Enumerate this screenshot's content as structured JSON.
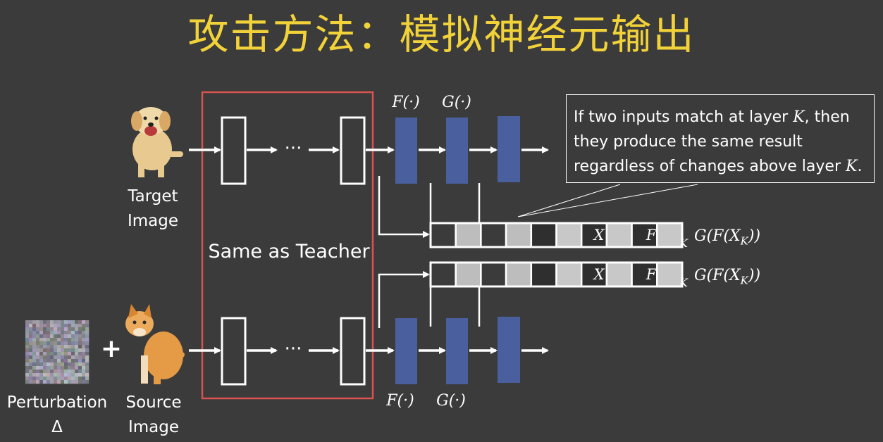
{
  "title": "攻击方法：模拟神经元输出",
  "labels": {
    "target_image": [
      "Target",
      "Image"
    ],
    "source_image": [
      "Source",
      "Image"
    ],
    "perturbation": [
      "Perturbation",
      "Δ"
    ],
    "same_as_teacher": "Same as Teacher",
    "plus": "+",
    "ellipsis": "···"
  },
  "functions": {
    "f_top": "F(·)",
    "g_top": "G(·)",
    "f_bottom": "F(·)",
    "g_bottom": "G(·)"
  },
  "strips": {
    "top": {
      "x_label": "X",
      "f_label": "F",
      "k_label": "K",
      "output": "G(F(X",
      "output_sub": "K",
      "output_end": "))"
    },
    "bottom": {
      "x_label": "X",
      "f_label": "F",
      "k_label": "K",
      "output": "G(F(X",
      "output_sub": "K",
      "output_end": "))"
    }
  },
  "callout": {
    "line1_pre": "If two inputs match at layer ",
    "line1_k": "K",
    "line1_post": ", then",
    "line2": "they produce the same result",
    "line3_pre": "regardless of changes above layer ",
    "line3_k": "K",
    "line3_post": "."
  },
  "colors": {
    "background": "#3b3b3b",
    "title": "#f2d239",
    "teacher_box": "#d9534f",
    "layer_blue": "#4a5f9e",
    "cell_gray": "#c8c8c8"
  }
}
